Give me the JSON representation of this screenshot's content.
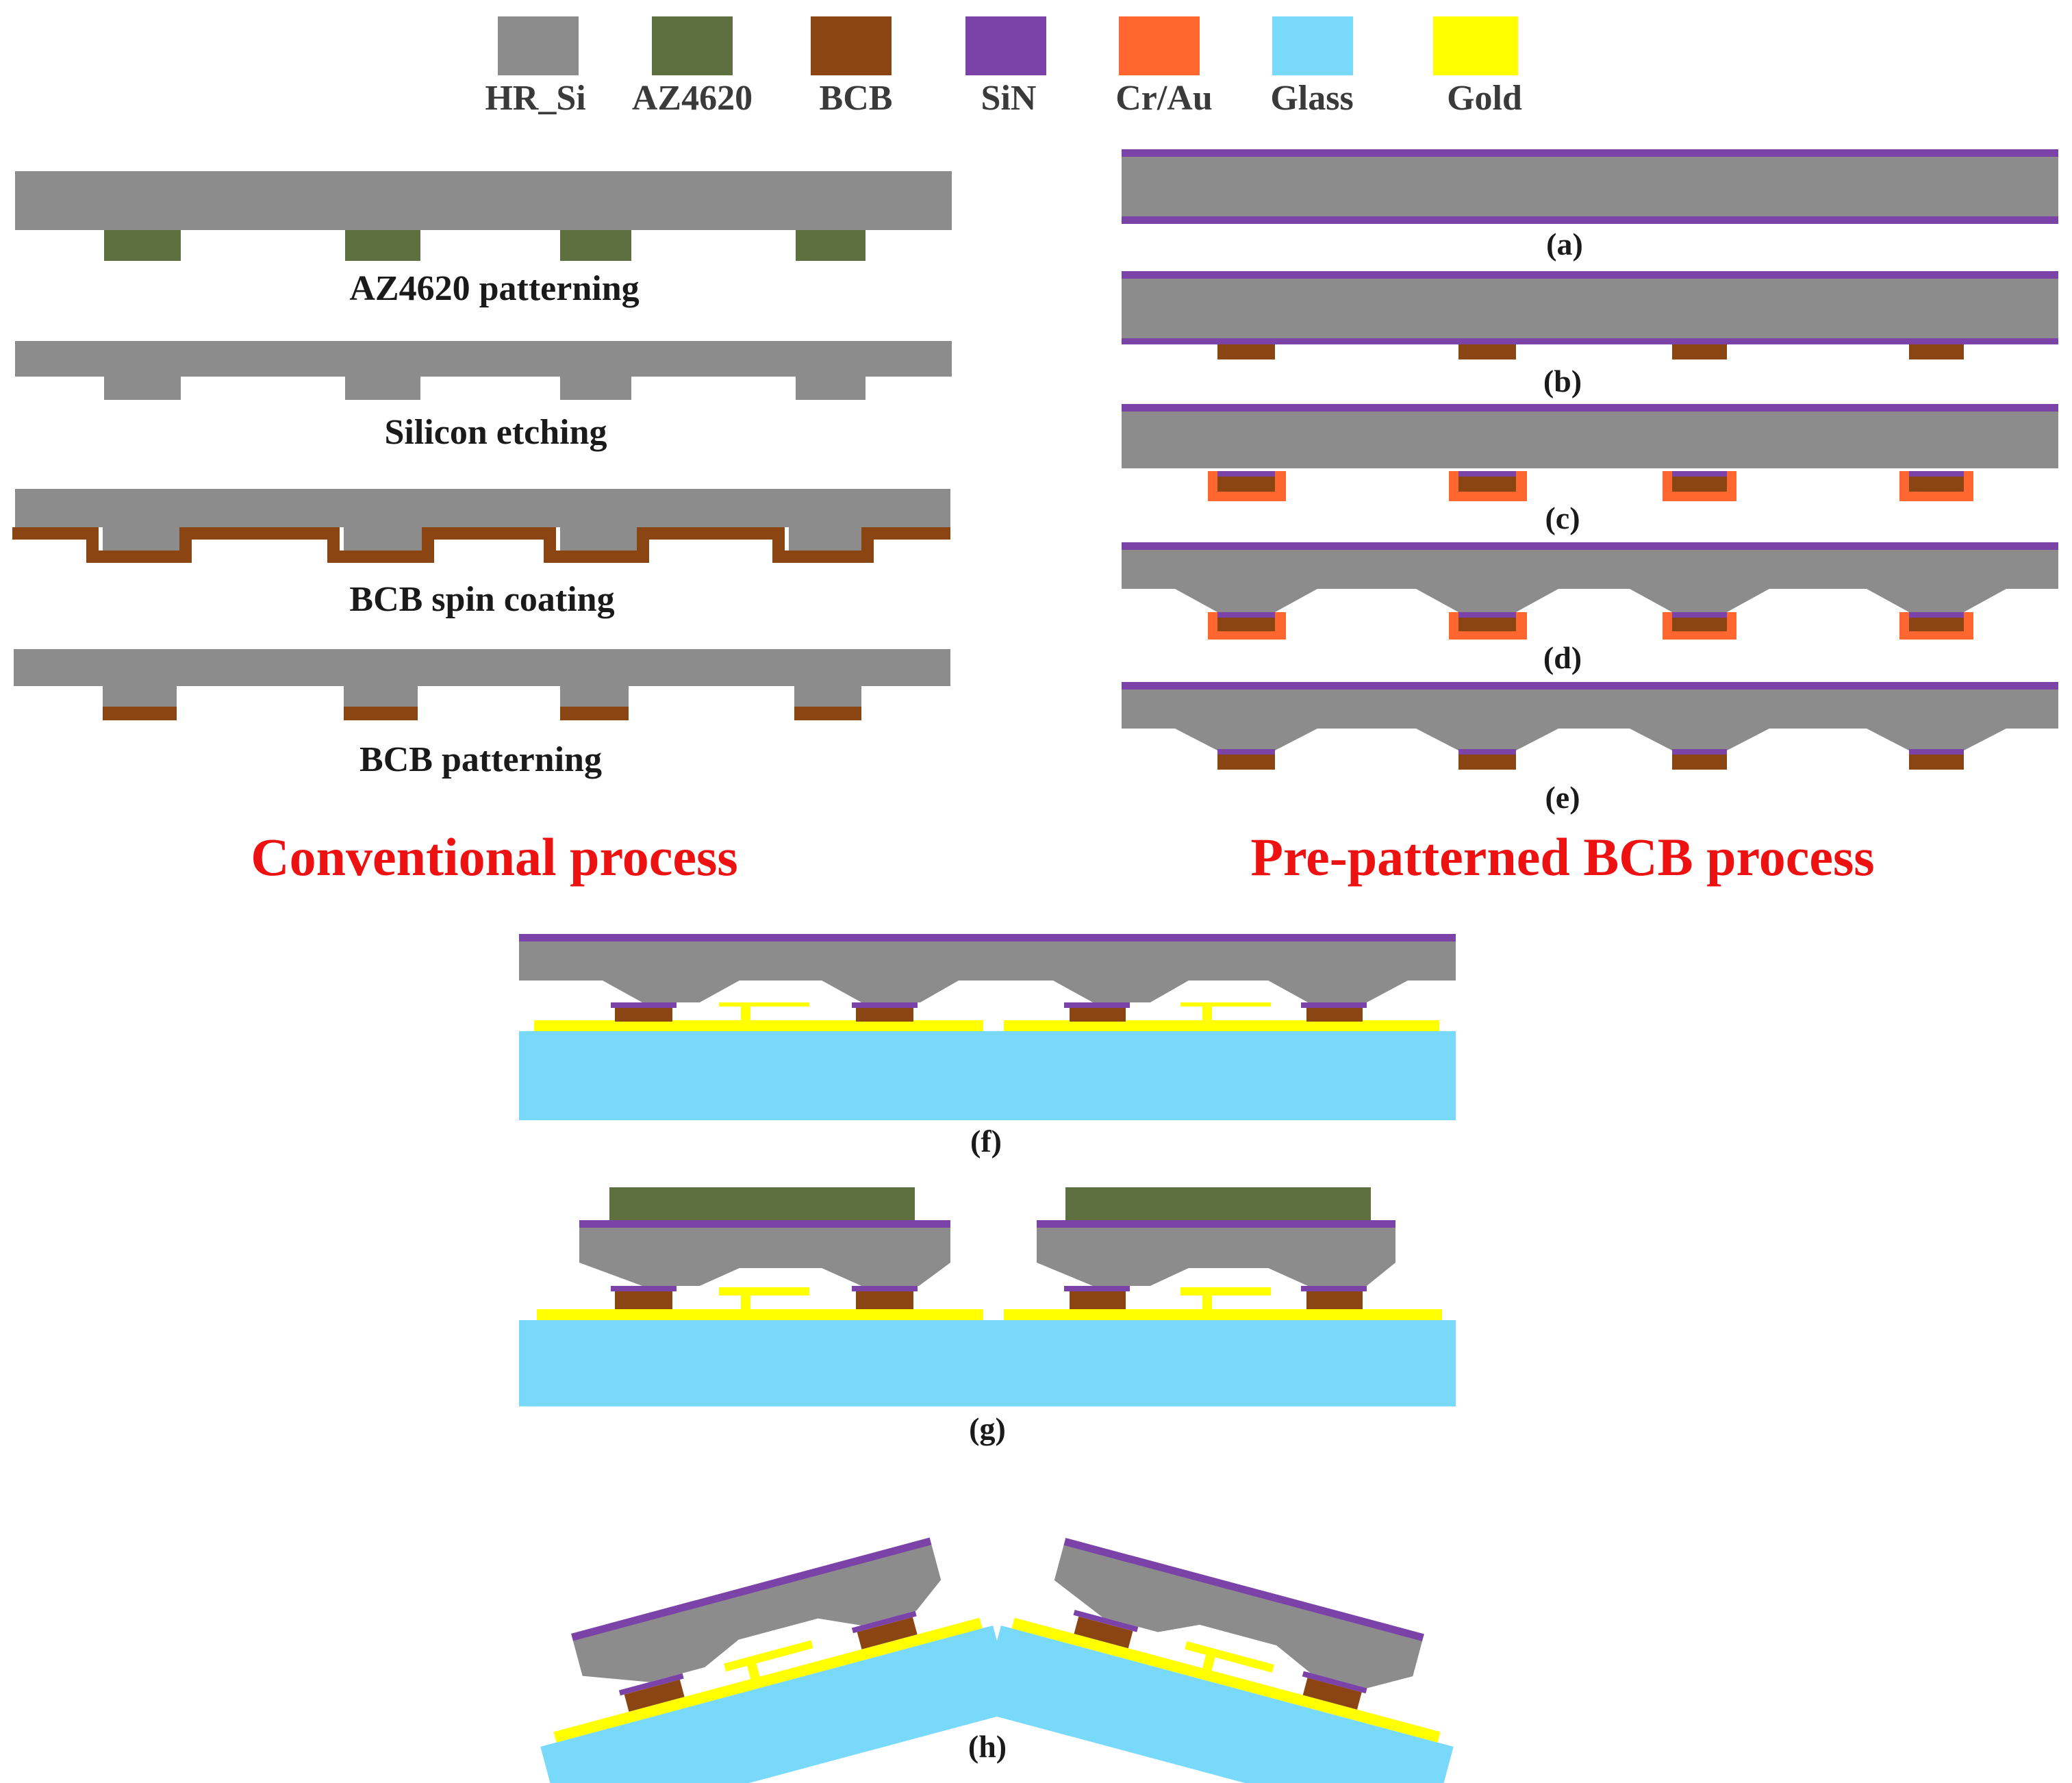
{
  "colors": {
    "hr_si": "#8c8c8c",
    "az4620": "#5e7040",
    "bcb": "#8b4513",
    "sin": "#7b43a8",
    "cr_au": "#ff6630",
    "glass": "#78d9fb",
    "gold": "#ffff00",
    "title_red": "#ee1111"
  },
  "legend": [
    {
      "id": "hr_si",
      "label": "HR_Si"
    },
    {
      "id": "az4620",
      "label": "AZ4620"
    },
    {
      "id": "bcb",
      "label": "BCB"
    },
    {
      "id": "sin",
      "label": "SiN"
    },
    {
      "id": "cr_au",
      "label": "Cr/Au"
    },
    {
      "id": "glass",
      "label": "Glass"
    },
    {
      "id": "gold",
      "label": "Gold"
    }
  ],
  "conventional": {
    "title": "Conventional process",
    "steps": [
      "AZ4620 patterning",
      "Silicon etching",
      "BCB spin coating",
      "BCB patterning"
    ]
  },
  "prepatterned": {
    "title": "Pre-patterned BCB process",
    "labels": [
      "(a)",
      "(b)",
      "(c)",
      "(d)",
      "(e)"
    ]
  },
  "bottom": {
    "labels": [
      "(f)",
      "(g)",
      "(h)"
    ]
  }
}
